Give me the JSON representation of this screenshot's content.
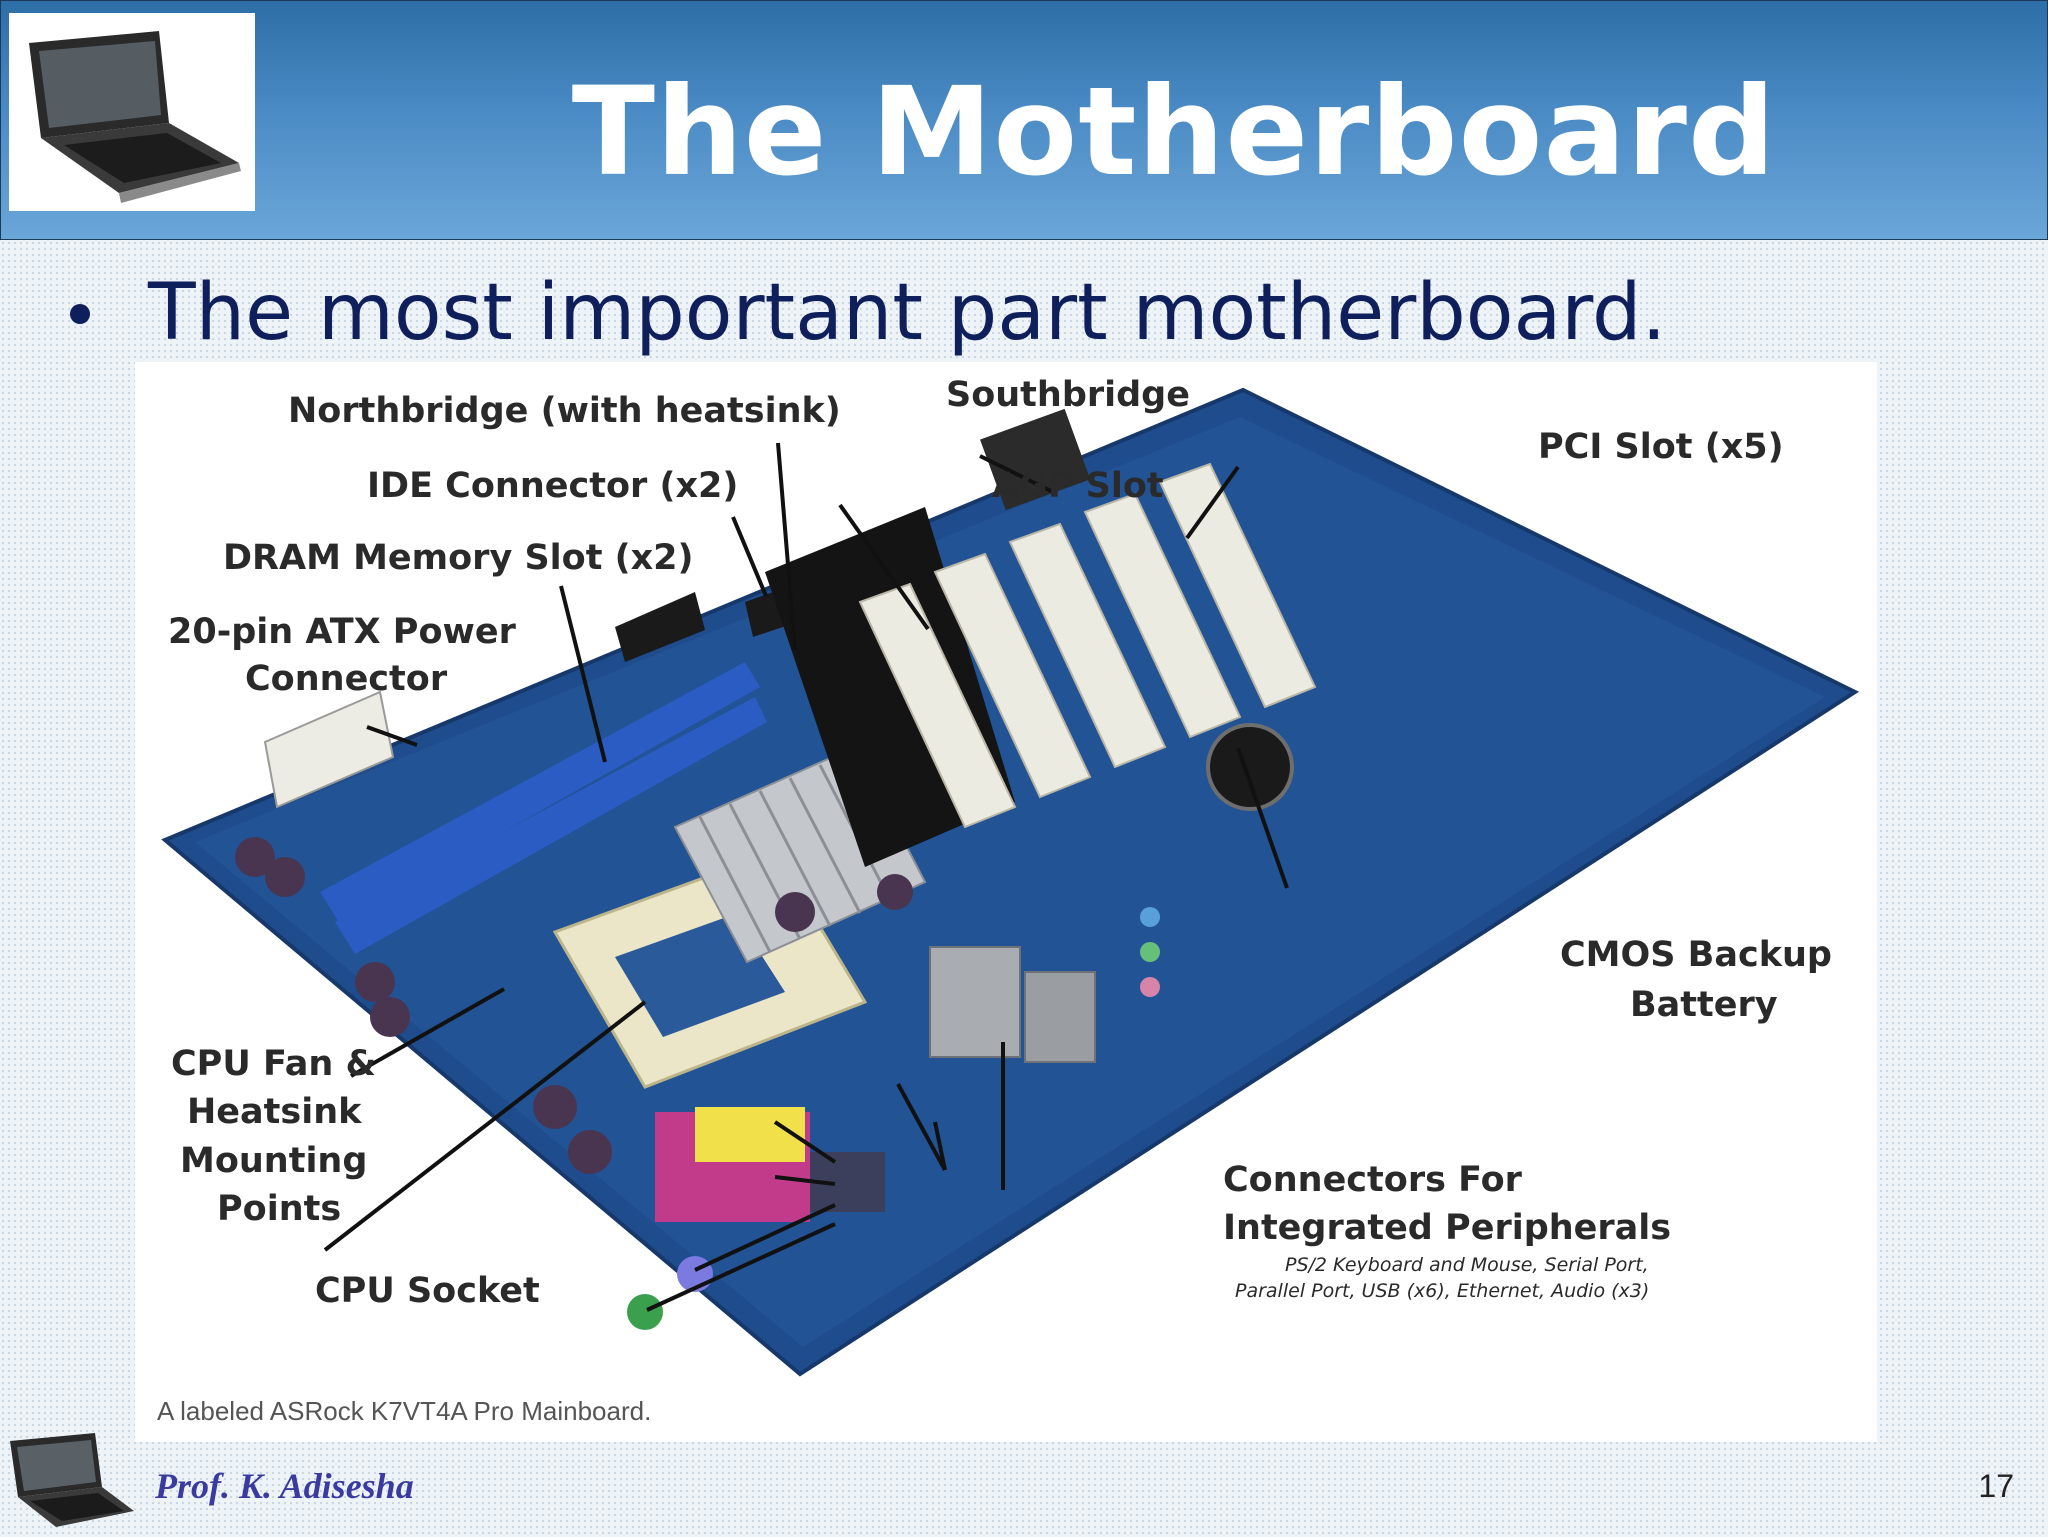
{
  "slide": {
    "title": "The Motherboard",
    "bullets": [
      "The most important part motherboard."
    ],
    "page_number": "17",
    "author": "Prof. K. Adisesha"
  },
  "figure": {
    "labels": {
      "northbridge": "Northbridge (with heatsink)",
      "southbridge": "Southbridge",
      "pci": "PCI Slot (x5)",
      "agp": "AGP Slot",
      "ide": "IDE Connector (x2)",
      "dram": "DRAM Memory Slot (x2)",
      "atx_line1": "20-pin ATX Power",
      "atx_line2": "Connector",
      "cmos_line1": "CMOS Backup",
      "cmos_line2": "Battery",
      "cpufan_line1": "CPU Fan &",
      "cpufan_line2": "Heatsink",
      "cpufan_line3": "Mounting",
      "cpufan_line4": "Points",
      "cpusocket": "CPU Socket",
      "conn_line1": "Connectors For",
      "conn_line2": "Integrated Peripherals",
      "conn_sub1": "PS/2 Keyboard and Mouse, Serial Port,",
      "conn_sub2": "Parallel Port, USB (x6), Ethernet, Audio (x3)"
    },
    "caption": "A labeled ASRock K7VT4A Pro Mainboard."
  },
  "colors": {
    "header_top": "#2e6ea6",
    "header_bottom": "#6aa6d8",
    "bullet_text": "#0f1f5c",
    "board": "#1f4c8c",
    "author": "#3a3aa0"
  },
  "icons": [
    "laptop-icon"
  ]
}
